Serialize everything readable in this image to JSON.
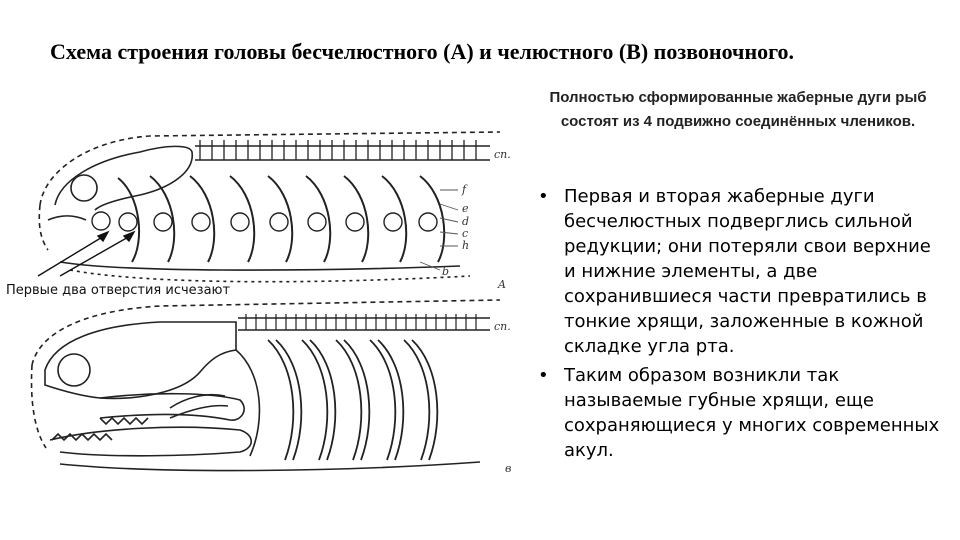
{
  "title": "Схема строения головы бесчелюстного (А) и челюстного (В) позвоночного.",
  "subtitle": "Полностью сформированные жаберные дуги рыб состоят из 4 подвижно соединённых члеников.",
  "bullets": [
    "Первая и вторая жаберные дуги бесчелюстных подверглись сильной редукции; они потеряли свои верхние и нижние элементы, а две сохранившиеся части превратились в тонкие хрящи, заложенные в кожной складке угла рта.",
    "Таким образом возникли так называемые губные хрящи, еще сохраняющиеся у многих современных акул."
  ],
  "bullet_symbol": "•",
  "figure": {
    "caption": "Первые два отверстия исчезают",
    "label_A": "A",
    "label_B": "в",
    "label_cn_top": "сп.",
    "label_cn_bottom": "сп.",
    "side_labels": [
      "f",
      "e",
      "d",
      "c",
      "h",
      "b"
    ]
  }
}
